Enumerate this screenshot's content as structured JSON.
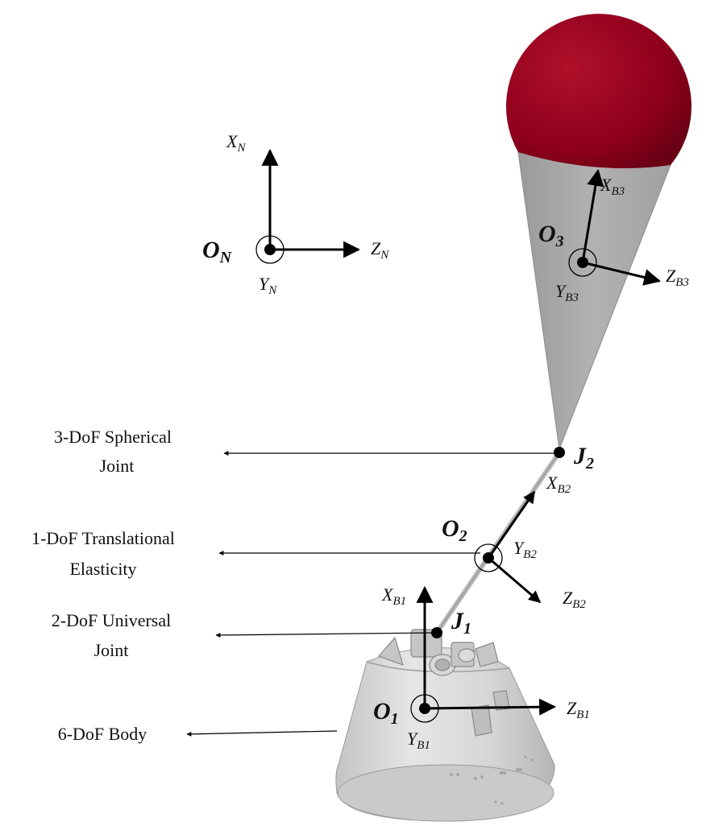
{
  "labels": {
    "spherical_joint": [
      "3-DoF Spherical",
      "Joint"
    ],
    "translational_elasticity": [
      "1-DoF Translational",
      "Elasticity"
    ],
    "universal_joint": [
      "2-DoF Universal",
      "Joint"
    ],
    "body": [
      "6-DoF Body"
    ]
  },
  "frames": {
    "N": {
      "origin": "O",
      "origin_sub": "N",
      "x": "X",
      "x_sub": "N",
      "y": "Y",
      "y_sub": "N",
      "z": "Z",
      "z_sub": "N"
    },
    "B1": {
      "origin": "O",
      "origin_sub": "1",
      "x": "X",
      "x_sub": "B1",
      "y": "Y",
      "y_sub": "B1",
      "z": "Z",
      "z_sub": "B1"
    },
    "B2": {
      "origin": "O",
      "origin_sub": "2",
      "x": "X",
      "x_sub": "B2",
      "y": "Y",
      "y_sub": "B2",
      "z": "Z",
      "z_sub": "B2"
    },
    "B3": {
      "origin": "O",
      "origin_sub": "3",
      "x": "X",
      "x_sub": "B3",
      "y": "Y",
      "y_sub": "B3",
      "z": "Z",
      "z_sub": "B3"
    }
  },
  "joints": {
    "J1": {
      "main": "J",
      "sub": "1"
    },
    "J2": {
      "main": "J",
      "sub": "2"
    }
  },
  "colors": {
    "balloon": "#9a0020",
    "cone": "#a8a8a8",
    "capsule": "#d9d9d9",
    "ink": "#000000"
  }
}
